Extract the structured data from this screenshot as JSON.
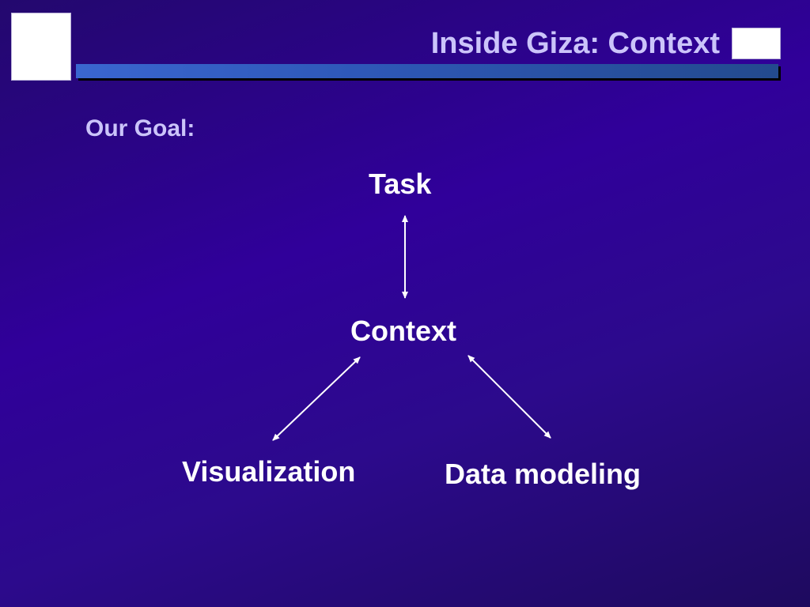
{
  "slide": {
    "title": "Inside Giza: Context",
    "subtitle": "Our Goal:",
    "nodes": {
      "task": "Task",
      "context": "Context",
      "visualization": "Visualization",
      "data_modeling": "Data modeling"
    },
    "colors": {
      "title": "#cbc4fa",
      "node_text": "#ffffff",
      "accent_bar": "#3a66d0",
      "background": "#30009a"
    }
  }
}
